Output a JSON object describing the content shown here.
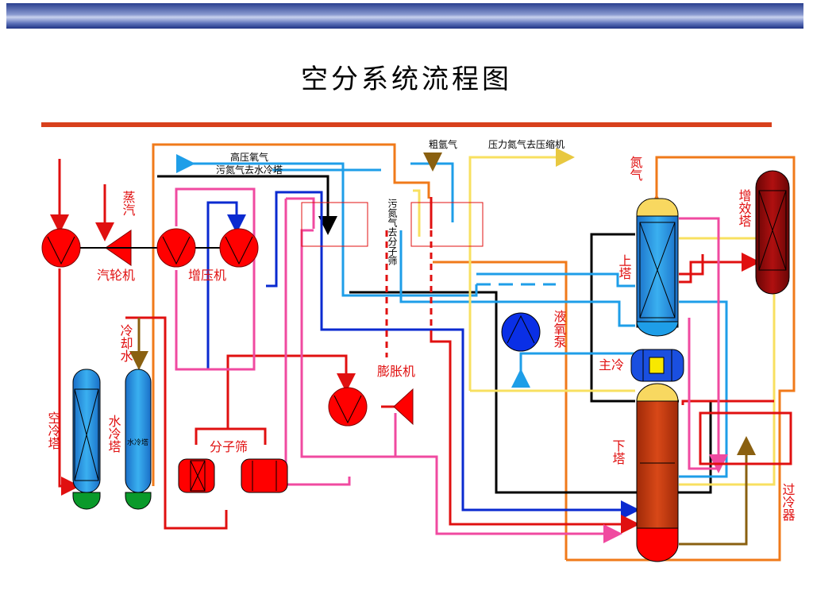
{
  "title": "空分系统流程图",
  "labels": {
    "steam": "蒸汽",
    "turbine": "汽轮机",
    "booster": "增压机",
    "air_cooler": "空冷塔",
    "water_cooler": "水冷塔",
    "water_cooler_small": "水冷塔",
    "cooling_water": "冷却水",
    "mol_sieve": "分子筛",
    "expander": "膨胀机",
    "liquid_oxygen_pump": "液氧泵",
    "upper_column": "上塔",
    "main_condenser": "主冷",
    "lower_column": "下塔",
    "argon_column": "增效塔",
    "nitrogen": "氮气",
    "subcooler": "过冷器",
    "hp_oxygen": "高压氧气",
    "waste_n2_to_water_tower": "污氮气去水冷塔",
    "waste_n2_to_mol_sieve": "污氮气去分子筛",
    "crude_argon": "粗氩气",
    "pressure_n2_to_compressor": "压力氮气去压缩机"
  },
  "colors": {
    "compressor": "#ff0000",
    "column_blue": "#2a8fe0",
    "column_red": "#c83a10",
    "argon": "#9a0a0a",
    "pump": "#0a2fe6",
    "pipe_red": "#e01010",
    "pipe_black": "#000000",
    "pipe_blue": "#0a2ad0",
    "pipe_pink": "#f04aa0",
    "pipe_orange": "#f07a1a",
    "pipe_yellow": "#f8e060",
    "pipe_lightblue": "#1e9ee8",
    "pipe_brown": "#8a6010"
  }
}
